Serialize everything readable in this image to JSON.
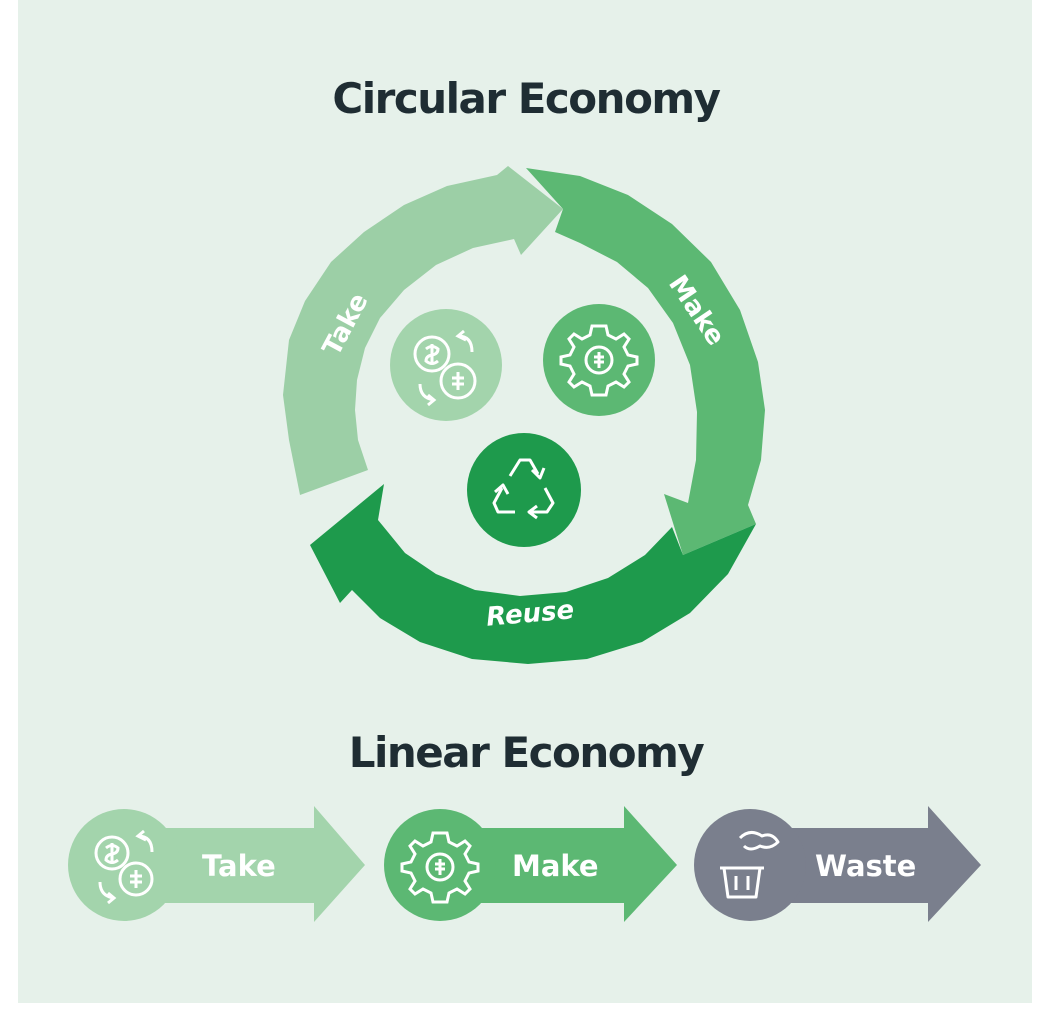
{
  "circular": {
    "title": "Circular Economy",
    "stages": [
      {
        "label": "Take",
        "color": "#9ccfa6",
        "icon": "coin-exchange-icon"
      },
      {
        "label": "Make",
        "color": "#5cb873",
        "icon": "gear-coin-icon"
      },
      {
        "label": "Reuse",
        "color": "#1e9a4c",
        "icon": "recycle-icon"
      }
    ]
  },
  "linear": {
    "title": "Linear Economy",
    "steps": [
      {
        "label": "Take",
        "color": "#a3d4ac",
        "icon": "coin-exchange-icon"
      },
      {
        "label": "Make",
        "color": "#5cb873",
        "icon": "gear-coin-icon"
      },
      {
        "label": "Waste",
        "color": "#7a7f8d",
        "icon": "trash-bin-icon"
      }
    ]
  },
  "colors": {
    "background": "#e6f1ea",
    "title": "#1f2d33"
  }
}
